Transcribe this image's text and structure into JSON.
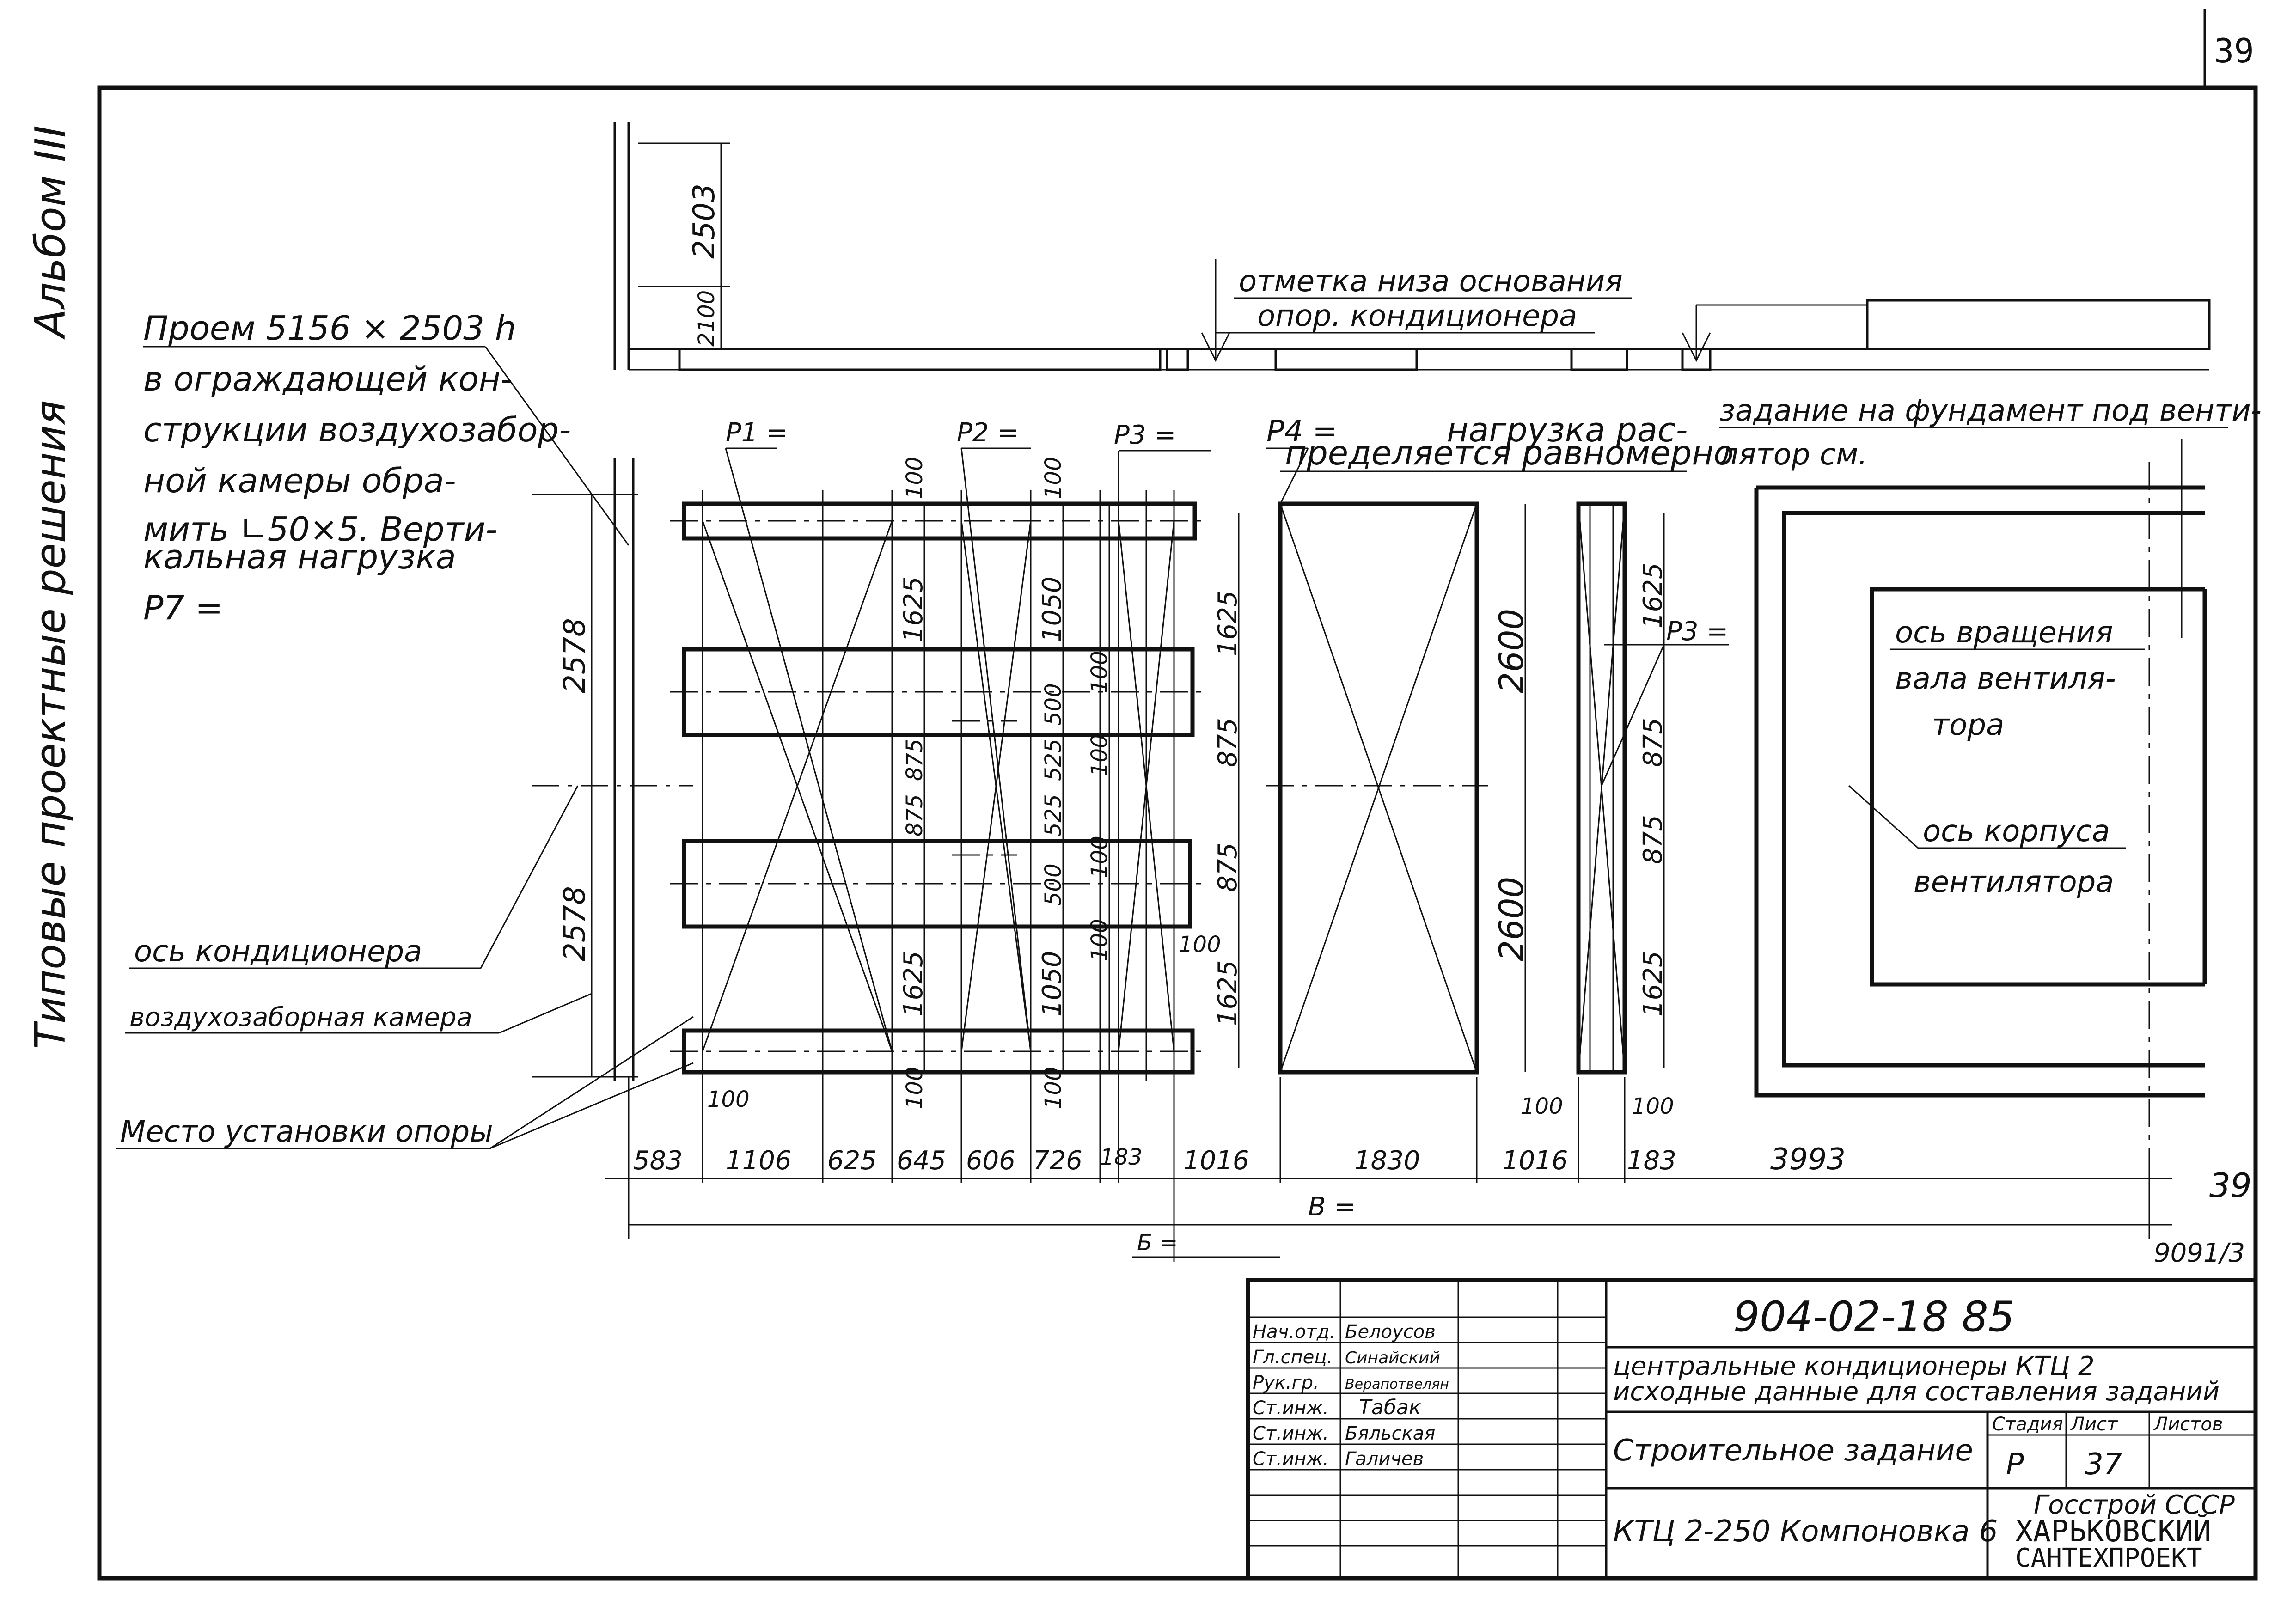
{
  "page": {
    "sheet_number": "39",
    "corner_number": "39",
    "corner_ref": "9091/3"
  },
  "side": {
    "album": "Альбом III",
    "series": "Типовые проектные решения"
  },
  "notes": {
    "opening": [
      "Проем 5156 × 2503 h",
      "в ограждающей кон-",
      "струкции воздухозабор-",
      "ной камеры обра-",
      "мить ∟50×5. Верти-",
      "кальная нагрузка",
      "P7 ="
    ],
    "bottom_mark": [
      "отметка низа основания",
      "опор. кондиционера"
    ],
    "p4": [
      "P4 =",
      "нагрузка рас-",
      "пределяется равномерно"
    ],
    "task": [
      "задание на фундамент под венти-",
      "лятор см."
    ],
    "rotation_axis": [
      "ось вращения",
      "вала вентиля-",
      "тора"
    ],
    "body_axis": [
      "ось корпуса",
      "вентилятора"
    ],
    "conditioner_axis": "ось кондиционера",
    "air_chamber": "воздухозаборная камера",
    "support_place": "Место установки опоры"
  },
  "loads": {
    "p1": "P1 =",
    "p2": "P2 =",
    "p3": "P3 =",
    "p3b": "P3 ="
  },
  "dimensions": {
    "top_height": "2503",
    "top_low": "2100",
    "left_upper": "2578",
    "left_lower": "2578",
    "vertical_a": [
      "100",
      "1625",
      "875",
      "875",
      "1625",
      "100"
    ],
    "vertical_b": [
      "100",
      "1050",
      "500",
      "525",
      "525",
      "500",
      "1050",
      "100"
    ],
    "vertical_c": [
      "100",
      "100",
      "100",
      "100"
    ],
    "vertical_d": [
      "1625",
      "875",
      "875",
      "1625"
    ],
    "vertical_e": [
      "2600",
      "2600"
    ],
    "vertical_f": [
      "1625",
      "875",
      "875",
      "1625"
    ],
    "small_100": [
      "100",
      "100",
      "100",
      "100"
    ],
    "horizontal": [
      "583",
      "1106",
      "625",
      "645",
      "606",
      "726",
      "183",
      "1016",
      "1830",
      "1016",
      "183",
      "3993"
    ],
    "total_b": "B =",
    "total_b_small": "Б ="
  },
  "title_block": {
    "code": "904-02-18 85",
    "title_line1": "центральные кондиционеры КТЦ 2",
    "title_line2": "исходные данные для составления заданий",
    "subtitle": "Строительное задание",
    "drawing_name": "КТЦ 2-250 Компоновка 6",
    "org": [
      "Госстрой СССР",
      "ХАРЬКОВСКИЙ",
      "САНТЕХПРОЕКТ"
    ],
    "stage_header": "Стадия",
    "sheet_header": "Лист",
    "sheets_header": "Листов",
    "stage": "Р",
    "sheet": "37",
    "rows": [
      {
        "role": "Нач.отд.",
        "name": "Белоусов"
      },
      {
        "role": "Гл.спец.",
        "name": "Синайский"
      },
      {
        "role": "Рук.гр.",
        "name": "Верапотвелян"
      },
      {
        "role": "Ст.инж.",
        "name": "Табак"
      },
      {
        "role": "Ст.инж.",
        "name": "Бяльская"
      },
      {
        "role": "Ст.инж.",
        "name": "Галичев"
      }
    ]
  }
}
